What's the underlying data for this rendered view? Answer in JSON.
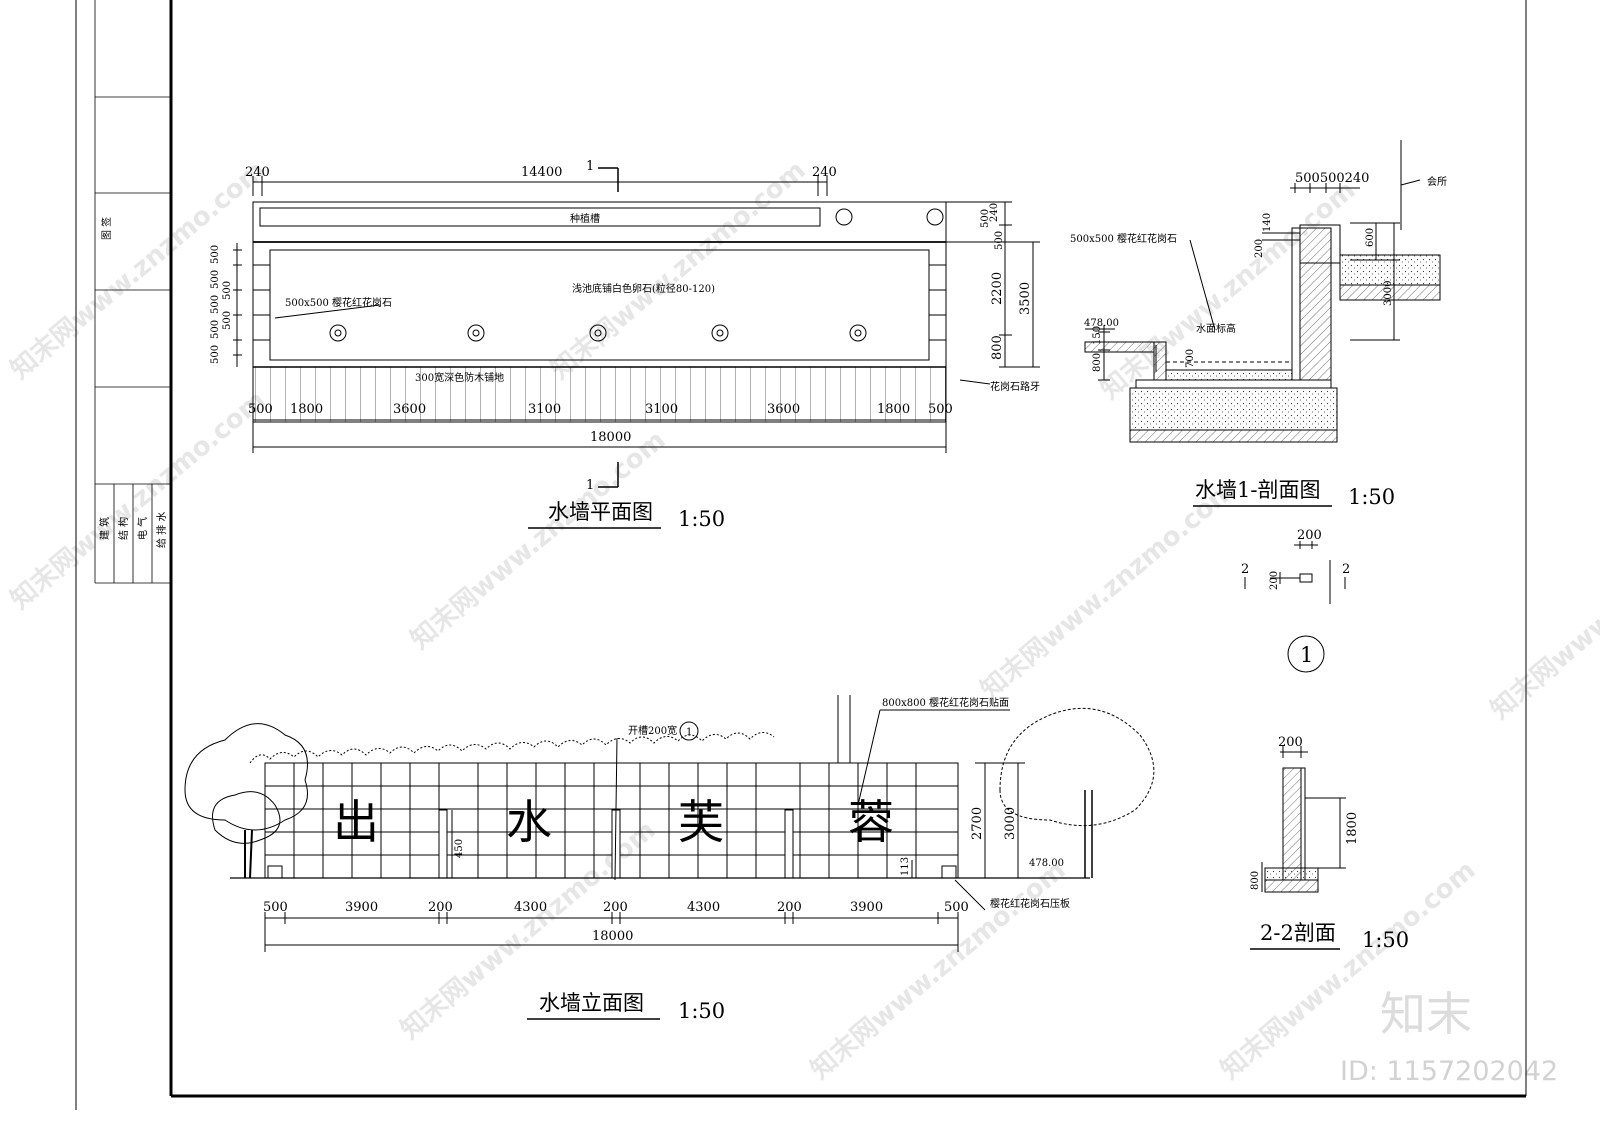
{
  "titleblock": {
    "top": "图 签",
    "rows": [
      "建 筑",
      "结 构",
      "电 气",
      "给 排 水"
    ]
  },
  "plan": {
    "title": "水墙平面图",
    "scale": "1:50",
    "section_mark": "1",
    "top_dims": [
      "240",
      "14400",
      "240"
    ],
    "right_dims": [
      "240",
      "500",
      "500",
      "2200",
      "800",
      "3500"
    ],
    "left_dims": [
      "500",
      "500",
      "500",
      "500",
      "500",
      "500",
      "500"
    ],
    "bottom_dims": [
      "500",
      "1800",
      "3600",
      "3100",
      "3100",
      "3600",
      "1800",
      "500"
    ],
    "total": "18000",
    "label_planter": "种植槽",
    "label_pool": "浅池底铺白色卵石(粒径80-120)",
    "label_granite": "500x500 樱花红花岗石",
    "label_deck": "300宽深色防木铺地",
    "label_curb": "花岗石路牙"
  },
  "section1": {
    "title": "水墙1-剖面图",
    "scale": "1:50",
    "top_dims": "500500240",
    "dims_a": [
      "200",
      "140"
    ],
    "dim_600": "600",
    "dim_3000": "3000",
    "dims_b": [
      "150",
      "800",
      "700"
    ],
    "elev": "478.00",
    "label_granite": "500x500 樱花红花岗石",
    "label_water": "水面标高",
    "label_hall": "会所"
  },
  "detail1": {
    "dim_top": "200",
    "dim_side": "200",
    "marks": [
      "2",
      "2"
    ],
    "circle": "1"
  },
  "elevation": {
    "title": "水墙立面图",
    "scale": "1:50",
    "chars": [
      "出",
      "水",
      "芙",
      "蓉"
    ],
    "label_cladding": "800x800 樱花红花岗石贴面",
    "label_groove": "开槽200宽",
    "circle": "1",
    "label_cap": "樱花红花岗石压板",
    "dim_450": "450",
    "dim_113": "113",
    "dim_2700": "2700",
    "dim_3000": "3000",
    "elev": "478.00",
    "bottom_dims": [
      "500",
      "3900",
      "200",
      "4300",
      "200",
      "4300",
      "200",
      "3900",
      "500"
    ],
    "total": "18000"
  },
  "section2": {
    "title": "2-2剖面",
    "scale": "1:50",
    "dim_top": "200",
    "dim_1800": "1800",
    "dim_800": "800"
  },
  "watermark": {
    "text": "知末网www.znzmo.com",
    "logo": "知末",
    "id": "ID: 1157202042"
  }
}
